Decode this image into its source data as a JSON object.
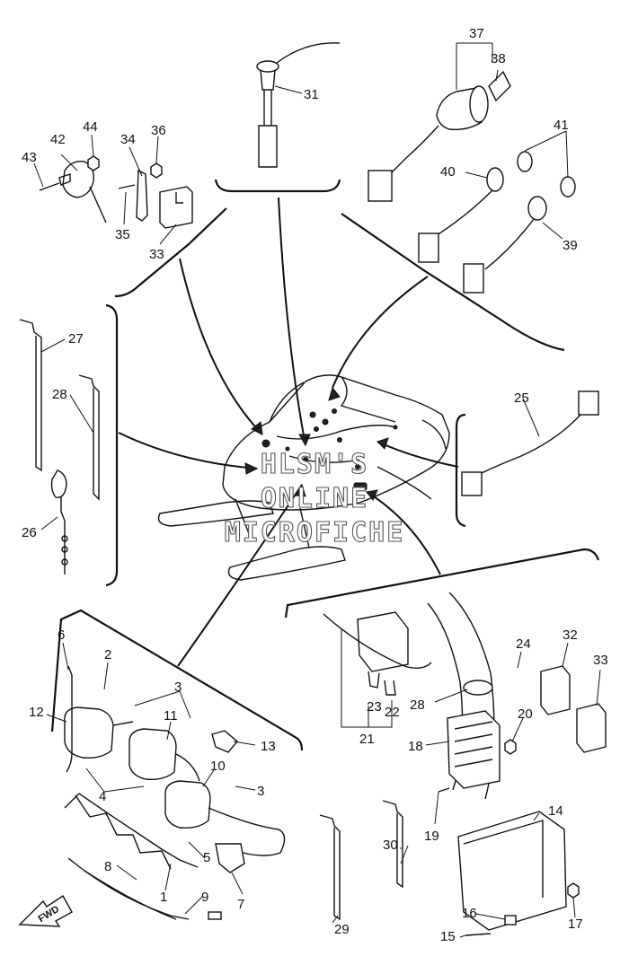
{
  "watermark": {
    "line1": "HLSM'S",
    "line2": "ONLINE",
    "line3": "MICROFICHE"
  },
  "direction_badge": "FWD",
  "callouts": [
    {
      "id": "c1",
      "label": "1"
    },
    {
      "id": "c2",
      "label": "2"
    },
    {
      "id": "c3a",
      "label": "3"
    },
    {
      "id": "c3b",
      "label": "3"
    },
    {
      "id": "c4",
      "label": "4"
    },
    {
      "id": "c5",
      "label": "5"
    },
    {
      "id": "c6",
      "label": "6"
    },
    {
      "id": "c7",
      "label": "7"
    },
    {
      "id": "c8",
      "label": "8"
    },
    {
      "id": "c9",
      "label": "9"
    },
    {
      "id": "c10",
      "label": "10"
    },
    {
      "id": "c11",
      "label": "11"
    },
    {
      "id": "c12",
      "label": "12"
    },
    {
      "id": "c13",
      "label": "13"
    },
    {
      "id": "c14",
      "label": "14"
    },
    {
      "id": "c15",
      "label": "15"
    },
    {
      "id": "c16",
      "label": "16"
    },
    {
      "id": "c17",
      "label": "17"
    },
    {
      "id": "c18",
      "label": "18"
    },
    {
      "id": "c19",
      "label": "19"
    },
    {
      "id": "c20",
      "label": "20"
    },
    {
      "id": "c21",
      "label": "21"
    },
    {
      "id": "c22",
      "label": "22"
    },
    {
      "id": "c23",
      "label": "23"
    },
    {
      "id": "c24",
      "label": "24"
    },
    {
      "id": "c25",
      "label": "25"
    },
    {
      "id": "c26",
      "label": "26"
    },
    {
      "id": "c27",
      "label": "27"
    },
    {
      "id": "c28a",
      "label": "28"
    },
    {
      "id": "c28b",
      "label": "28"
    },
    {
      "id": "c29",
      "label": "29"
    },
    {
      "id": "c30",
      "label": "30"
    },
    {
      "id": "c31",
      "label": "31"
    },
    {
      "id": "c32",
      "label": "32"
    },
    {
      "id": "c33a",
      "label": "33"
    },
    {
      "id": "c33b",
      "label": "33"
    },
    {
      "id": "c34",
      "label": "34"
    },
    {
      "id": "c35",
      "label": "35"
    },
    {
      "id": "c36",
      "label": "36"
    },
    {
      "id": "c37",
      "label": "37"
    },
    {
      "id": "c38",
      "label": "38"
    },
    {
      "id": "c39",
      "label": "39"
    },
    {
      "id": "c40",
      "label": "40"
    },
    {
      "id": "c41",
      "label": "41"
    },
    {
      "id": "c42",
      "label": "42"
    },
    {
      "id": "c43",
      "label": "43"
    },
    {
      "id": "c44",
      "label": "44"
    }
  ]
}
